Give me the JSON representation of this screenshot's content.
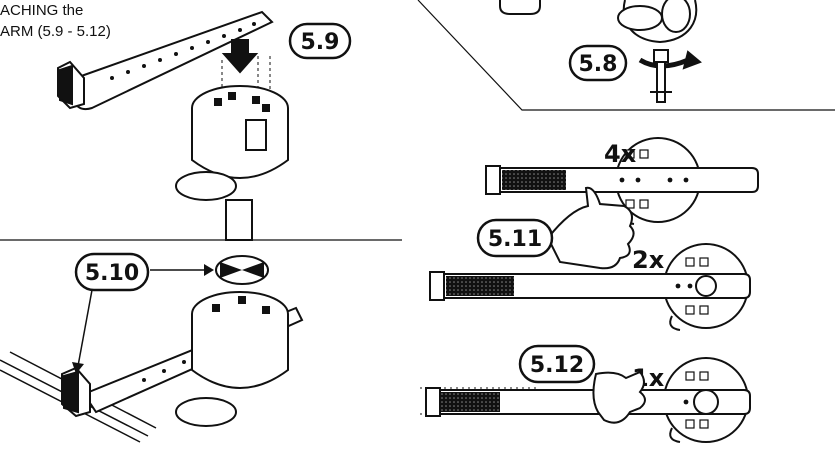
{
  "heading": {
    "line1": "ACHING the",
    "line2": "ARM (5.9 - 5.12)"
  },
  "step_labels": {
    "s58": "5.8",
    "s59": "5.9",
    "s510": "5.10",
    "s511": "5.11",
    "s512": "5.12"
  },
  "multipliers": {
    "m4": "4x",
    "m2": "2x",
    "m1": "1x"
  },
  "colors": {
    "ink": "#111111",
    "paper": "#ffffff"
  }
}
